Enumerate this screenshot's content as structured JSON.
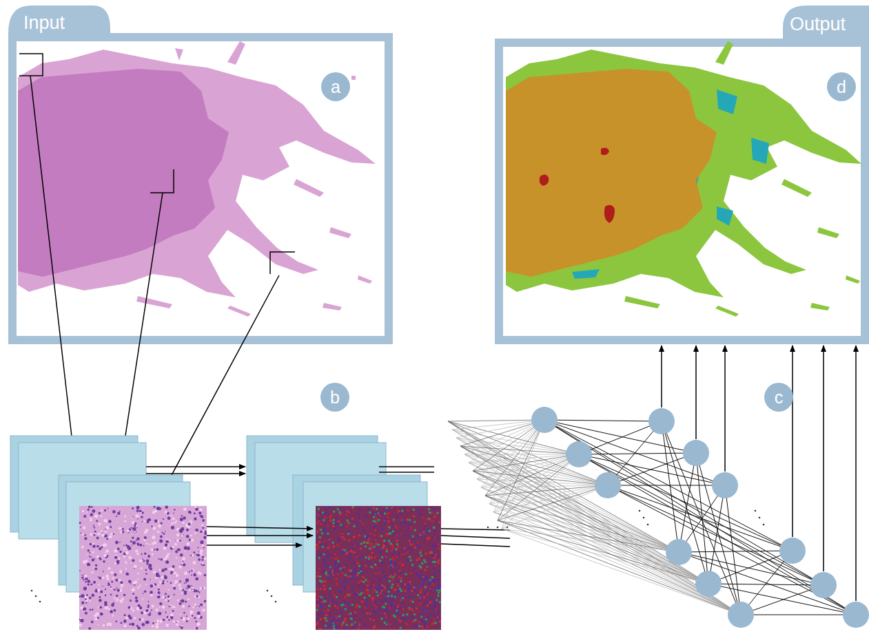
{
  "diagram": {
    "nodes": [
      {
        "text": [
          "Input"
        ]
      },
      {
        "text": [
          "a"
        ],
        "in": 0
      },
      {
        "text": [
          "Output"
        ]
      },
      {
        "text": [
          "d"
        ],
        "in": 2
      },
      {
        "text": [
          "b"
        ]
      },
      {
        "text": [
          "c"
        ]
      }
    ]
  }
}
